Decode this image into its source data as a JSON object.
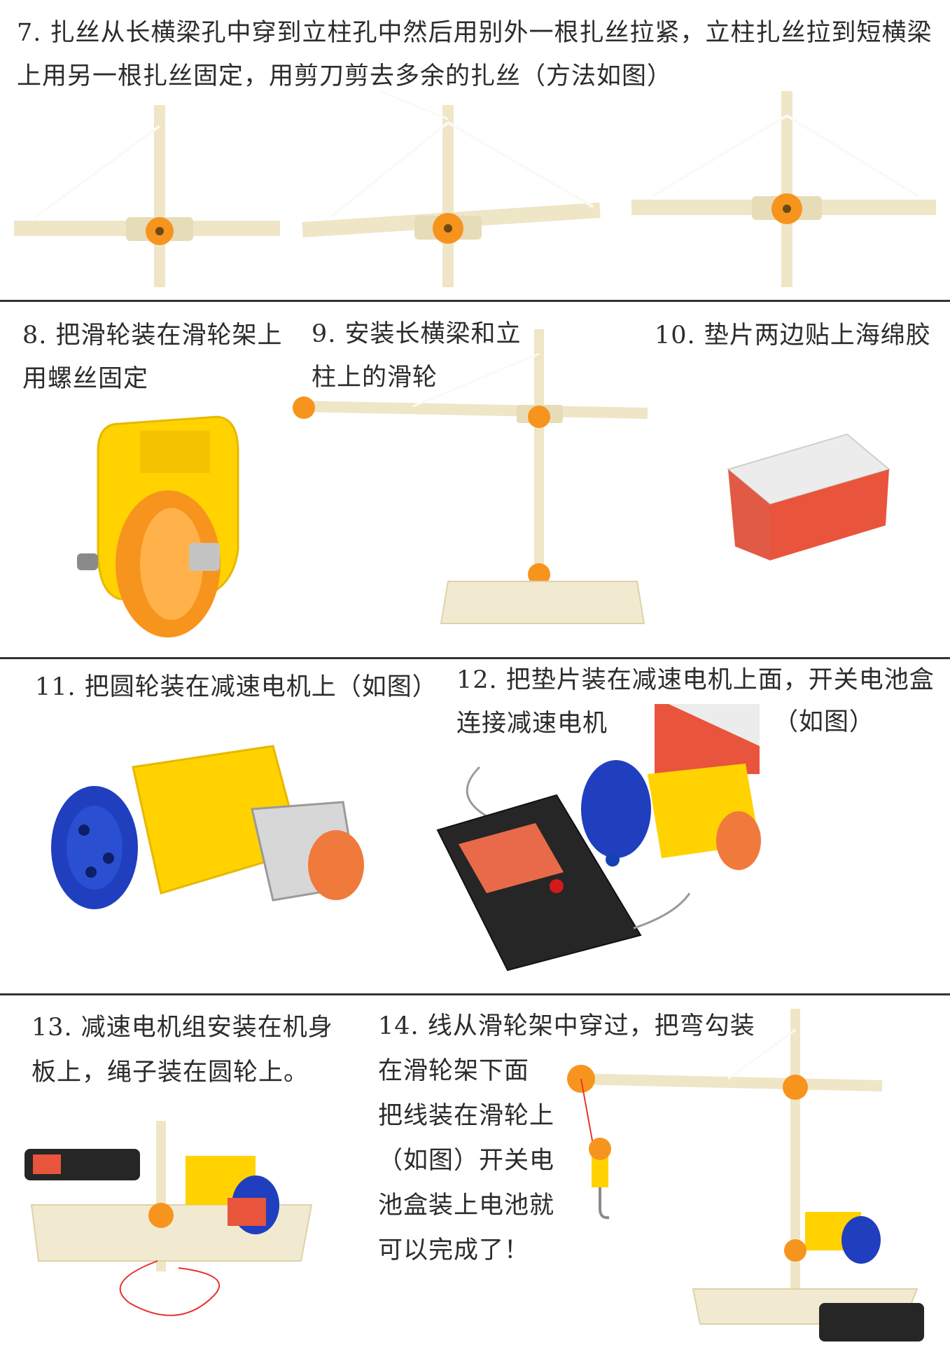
{
  "colors": {
    "beam": "#efe6c7",
    "pulley_orange": "#f7941d",
    "yellow": "#ffd200",
    "blue": "#1f3fbf",
    "red_pad": "#e8553c",
    "battery_black": "#262626",
    "string": "#e5352c",
    "divider": "#333333"
  },
  "steps": {
    "s7": {
      "line1": "7. 扎丝从长横梁孔中穿到立柱孔中然后用别外一根扎丝拉紧，立柱扎丝拉到短横梁",
      "line2": "上用另一根扎丝固定，用剪刀剪去多余的扎丝（方法如图）"
    },
    "s8": {
      "line1": "8. 把滑轮装在滑轮架上",
      "line2": "用螺丝固定"
    },
    "s9": {
      "line1": "9. 安装长横梁和立",
      "line2": "柱上的滑轮"
    },
    "s10": {
      "line1": "10. 垫片两边贴上海绵胶"
    },
    "s11": {
      "line1": "11. 把圆轮装在减速电机上（如图）"
    },
    "s12": {
      "line1": "12. 把垫片装在减速电机上面，开关电池盒",
      "line2": "连接减速电机",
      "note": "（如图）"
    },
    "s13": {
      "line1": "13. 减速电机组安装在机身",
      "line2": "板上，绳子装在圆轮上。"
    },
    "s14": {
      "line1": "14. 线从滑轮架中穿过，把弯勾装",
      "line2": "在滑轮架下面",
      "line3": "把线装在滑轮上",
      "line4": "（如图）开关电",
      "line5": "池盒装上电池就",
      "line6": "可以完成了！"
    }
  }
}
